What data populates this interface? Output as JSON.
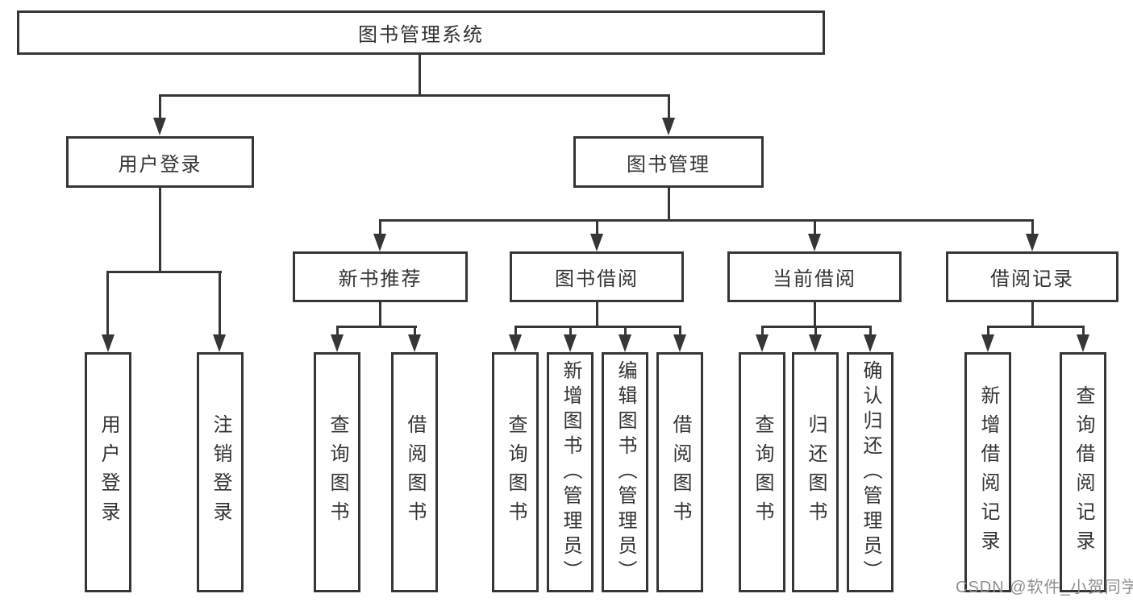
{
  "diagram_type": "tree",
  "tree": {
    "label": "图书管理系统",
    "children": [
      {
        "label": "用户登录",
        "children": [
          {
            "label": "用户登录"
          },
          {
            "label": "注销登录"
          }
        ]
      },
      {
        "label": "图书管理",
        "children": [
          {
            "label": "新书推荐",
            "children": [
              {
                "label": "查询图书"
              },
              {
                "label": "借阅图书"
              }
            ]
          },
          {
            "label": "图书借阅",
            "children": [
              {
                "label": "查询图书"
              },
              {
                "label": "新增图书（管理员）"
              },
              {
                "label": "编辑图书（管理员）"
              },
              {
                "label": "借阅图书"
              }
            ]
          },
          {
            "label": "当前借阅",
            "children": [
              {
                "label": "查询图书"
              },
              {
                "label": "归还图书"
              },
              {
                "label": "确认归还（管理员）"
              }
            ]
          },
          {
            "label": "借阅记录",
            "children": [
              {
                "label": "新增借阅记录"
              },
              {
                "label": "查询借阅记录"
              }
            ]
          }
        ]
      }
    ]
  },
  "watermark": {
    "text": "CSDN @软件_小贺同学"
  },
  "colors": {
    "line": "#363636",
    "text": "#333333",
    "watermark": "#909090",
    "background": "#ffffff"
  }
}
